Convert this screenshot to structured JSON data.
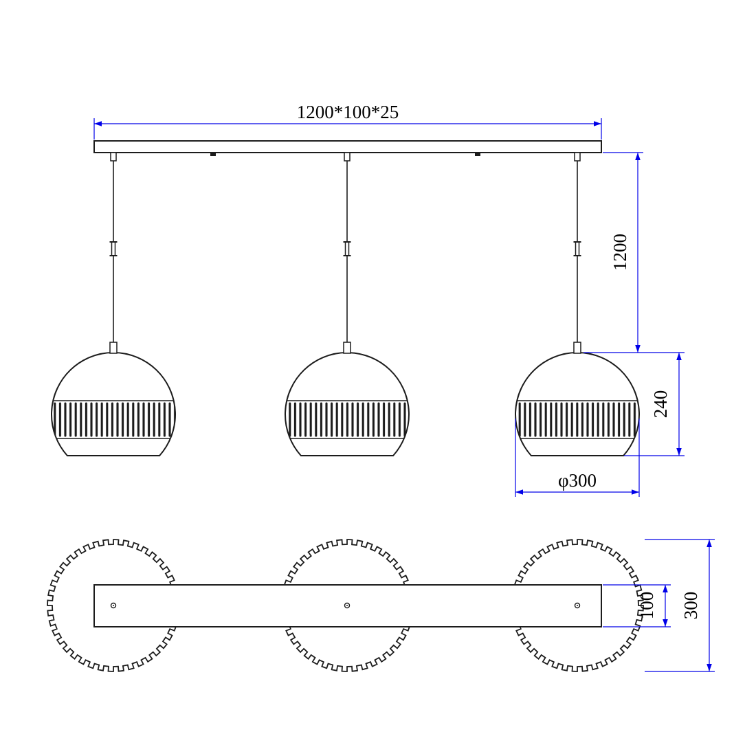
{
  "colors": {
    "drawing_line": "#1c1c1c",
    "dimension_line": "#0000e8",
    "dimension_text": "#000000",
    "canvas": "#ffffff"
  },
  "front_view": {
    "canopy_size_label": "1200*100*25",
    "drop_length_label": "1200",
    "shade_height_label": "240",
    "shade_diameter_label": "φ300"
  },
  "top_view": {
    "canopy_width_label": "100",
    "shade_diameter_label": "300"
  }
}
